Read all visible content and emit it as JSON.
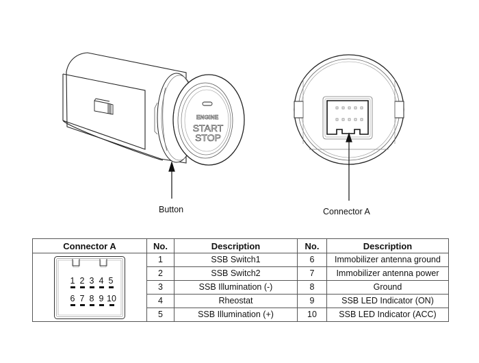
{
  "figure": {
    "button_illustration": {
      "face_text": [
        "ENGINE",
        "START",
        "STOP"
      ],
      "callout_label": "Button"
    },
    "connector_illustration": {
      "callout_label": "Connector A"
    }
  },
  "table": {
    "headers": [
      "Connector A",
      "No.",
      "Description",
      "No.",
      "Description"
    ],
    "connector_pins_top": [
      "1",
      "2",
      "3",
      "4",
      "5"
    ],
    "connector_pins_bottom": [
      "6",
      "7",
      "8",
      "9",
      "10"
    ],
    "rows": [
      {
        "no1": "1",
        "desc1": "SSB Switch1",
        "no2": "6",
        "desc2": "Immobilizer antenna ground"
      },
      {
        "no1": "2",
        "desc1": "SSB Switch2",
        "no2": "7",
        "desc2": "Immobilizer antenna power"
      },
      {
        "no1": "3",
        "desc1": "SSB Illumination (-)",
        "no2": "8",
        "desc2": "Ground"
      },
      {
        "no1": "4",
        "desc1": "Rheostat",
        "no2": "9",
        "desc2": "SSB LED Indicator (ON)"
      },
      {
        "no1": "5",
        "desc1": "SSB Illumination (+)",
        "no2": "10",
        "desc2": "SSB LED Indicator (ACC)"
      }
    ]
  }
}
